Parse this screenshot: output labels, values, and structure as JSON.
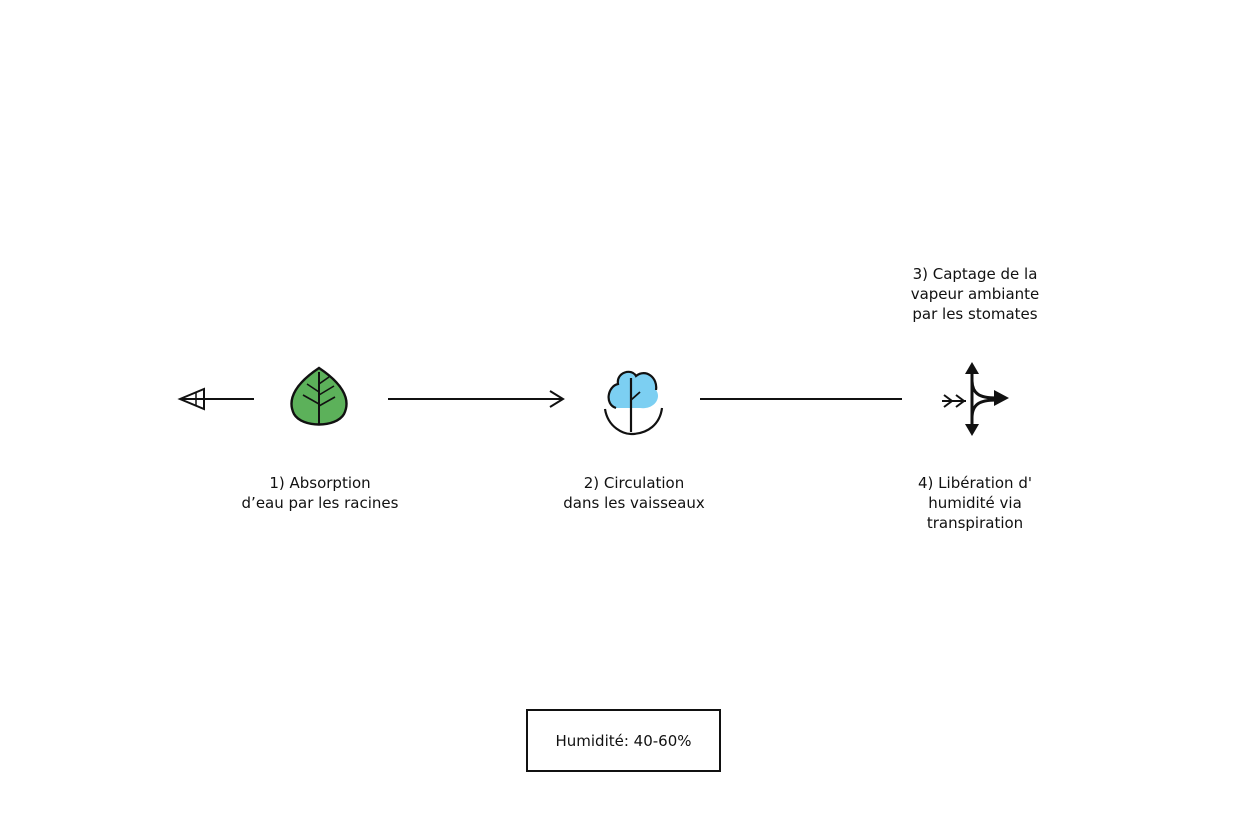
{
  "steps": [
    {
      "lines": [
        "1) Absorption",
        "d’eau par les racines"
      ],
      "icon": "leaf-icon"
    },
    {
      "lines": [
        "2) Circulation",
        "dans les vaisseaux"
      ],
      "icon": "tree-icon"
    },
    {
      "lines": [
        "3) Captage de la",
        "vapeur ambiante",
        "par les stomates"
      ],
      "icon": "branching-arrows-icon"
    },
    {
      "lines": [
        "4) Libération d'",
        "humidité via",
        "transpiration"
      ],
      "icon": "branching-arrows-icon"
    }
  ],
  "humidity": {
    "label": "Humidité: 40-60%"
  },
  "colors": {
    "leaf_green": "#5cb15a",
    "water_blue": "#7ccff2",
    "ink": "#111111"
  }
}
